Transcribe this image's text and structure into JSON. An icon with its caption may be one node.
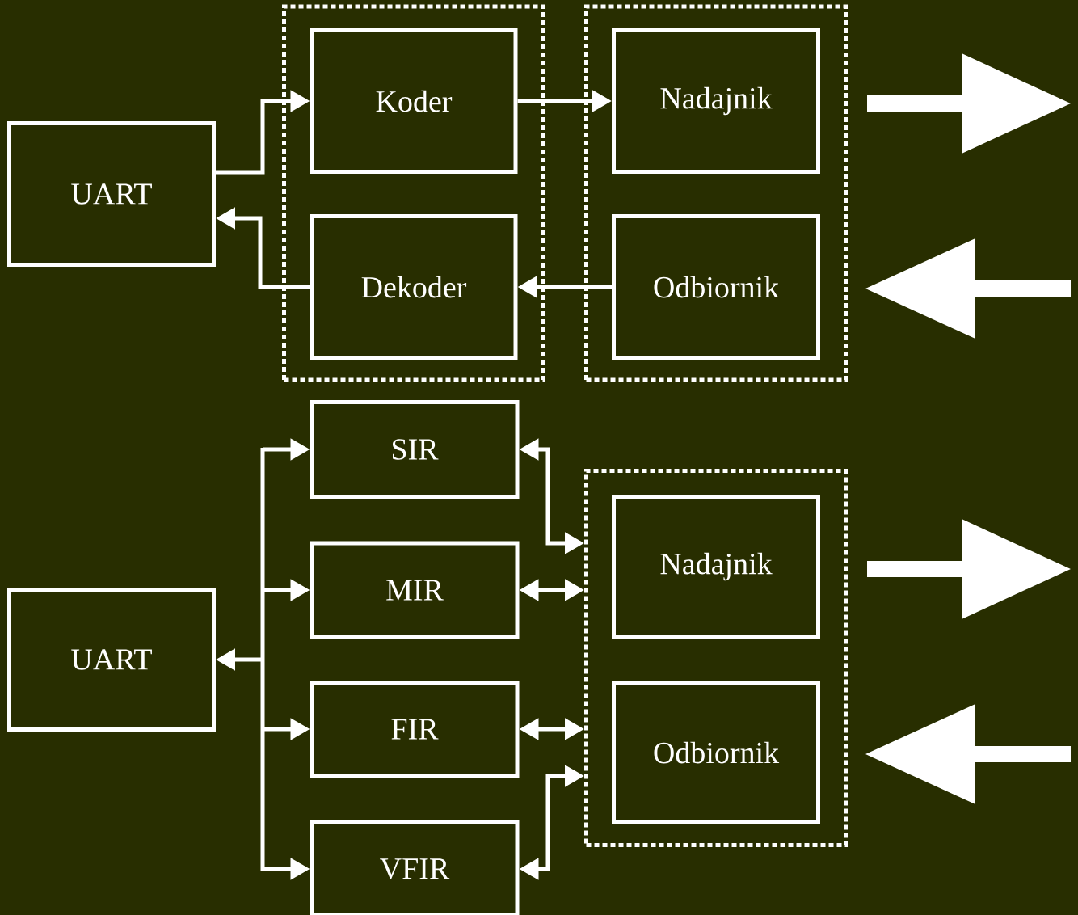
{
  "diagram": {
    "nodes": [
      {
        "text": [
          "UART"
        ]
      },
      {
        "text": [],
        "shape": "box"
      },
      {
        "text": [
          "Koder"
        ],
        "in": 1
      },
      {
        "text": [
          "Dekoder"
        ],
        "in": 1
      },
      {
        "text": [],
        "shape": "box"
      },
      {
        "text": [
          "Nadajnik"
        ],
        "in": 4
      },
      {
        "text": [
          "Odbiornik"
        ],
        "in": 4
      },
      {
        "text": [
          "UART"
        ]
      },
      {
        "text": [
          "SIR"
        ]
      },
      {
        "text": [
          "MIR"
        ]
      },
      {
        "text": [
          "FIR"
        ]
      },
      {
        "text": [
          "VFIR"
        ]
      },
      {
        "text": [],
        "shape": "box"
      },
      {
        "text": [
          "Nadajnik"
        ],
        "in": 12
      },
      {
        "text": [
          "Odbiornik"
        ],
        "in": 12
      }
    ],
    "edges": [
      {
        "from": 0,
        "to": 2,
        "arrow": "to"
      },
      {
        "from": 3,
        "to": 0,
        "arrow": "to"
      },
      {
        "from": 2,
        "to": 5,
        "arrow": "to"
      },
      {
        "from": 6,
        "to": 3,
        "arrow": "to"
      },
      {
        "from": 7,
        "to": 8,
        "arrow": "both"
      },
      {
        "from": 7,
        "to": 9,
        "arrow": "both"
      },
      {
        "from": 7,
        "to": 10,
        "arrow": "both"
      },
      {
        "from": 7,
        "to": 11,
        "arrow": "both"
      },
      {
        "from": 8,
        "to": 12,
        "arrow": "both"
      },
      {
        "from": 9,
        "to": 12,
        "arrow": "both"
      },
      {
        "from": 10,
        "to": 12,
        "arrow": "both"
      },
      {
        "from": 11,
        "to": 12,
        "arrow": "both"
      }
    ]
  }
}
